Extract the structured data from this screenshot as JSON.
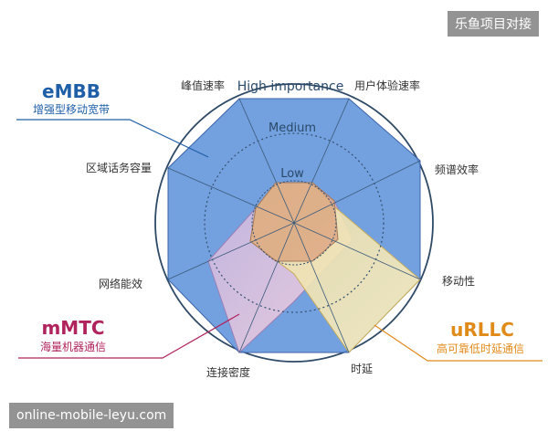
{
  "watermark_top": "乐鱼项目对接",
  "watermark_bottom": "online-mobile-leyu.com",
  "levels": {
    "high": "High importance",
    "medium": "Medium",
    "low": "Low"
  },
  "axes": [
    "峰值速率",
    "用户体验速率",
    "频谱效率",
    "移动性",
    "时延",
    "连接密度",
    "网络能效",
    "区域话务容量"
  ],
  "scenarios": {
    "embb": {
      "name": "eMBB",
      "desc": "增强型移动宽带",
      "color": "#1f5fa8"
    },
    "mmtc": {
      "name": "mMTC",
      "desc": "海量机器通信",
      "color": "#b0245e"
    },
    "urllc": {
      "name": "uRLLC",
      "desc": "高可靠低时延通信",
      "color": "#e08a1a"
    }
  }
}
